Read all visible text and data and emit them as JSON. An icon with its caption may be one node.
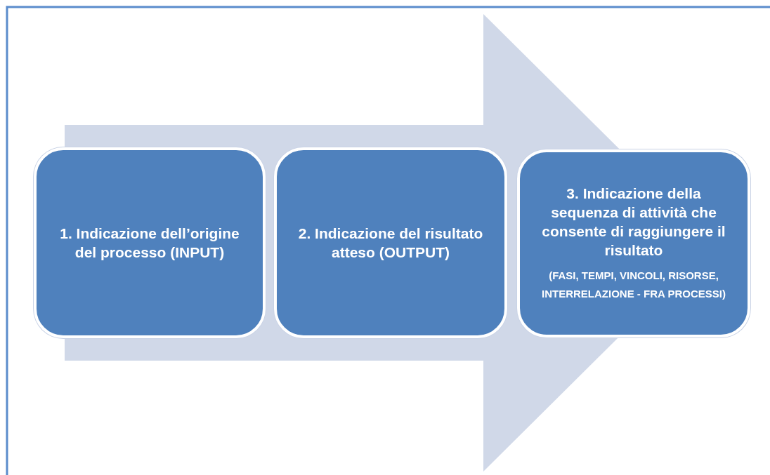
{
  "diagram": {
    "nodes": [
      {
        "text": [
          "1. Indicazione dell’origine del processo (INPUT)"
        ]
      },
      {
        "text": [
          "2. Indicazione del risultato atteso (OUTPUT)"
        ]
      },
      {
        "text": [
          "3. Indicazione della sequenza di attività che consente di raggiungere il risultato",
          "(FASI, TEMPI, VINCOLI, RISORSE, INTERRELAZIONE - FRA PROCESSI)"
        ]
      }
    ],
    "edges": [
      {
        "from": 0,
        "to": 2,
        "arrow": "to"
      }
    ]
  }
}
